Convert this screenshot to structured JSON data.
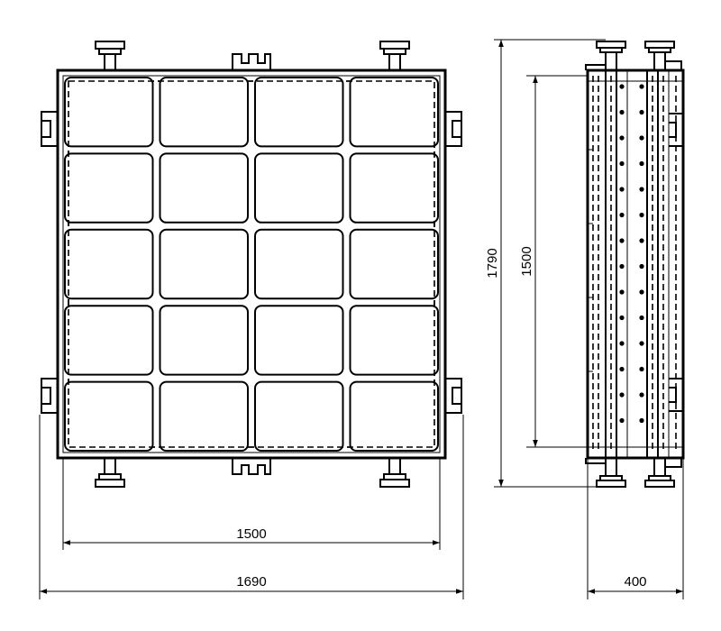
{
  "dimensions": {
    "front_inner_width": "1500",
    "front_outer_width": "1690",
    "side_total_height": "1790",
    "side_inner_height": "1500",
    "side_depth": "400"
  },
  "grid": {
    "rows": 5,
    "cols": 4
  }
}
